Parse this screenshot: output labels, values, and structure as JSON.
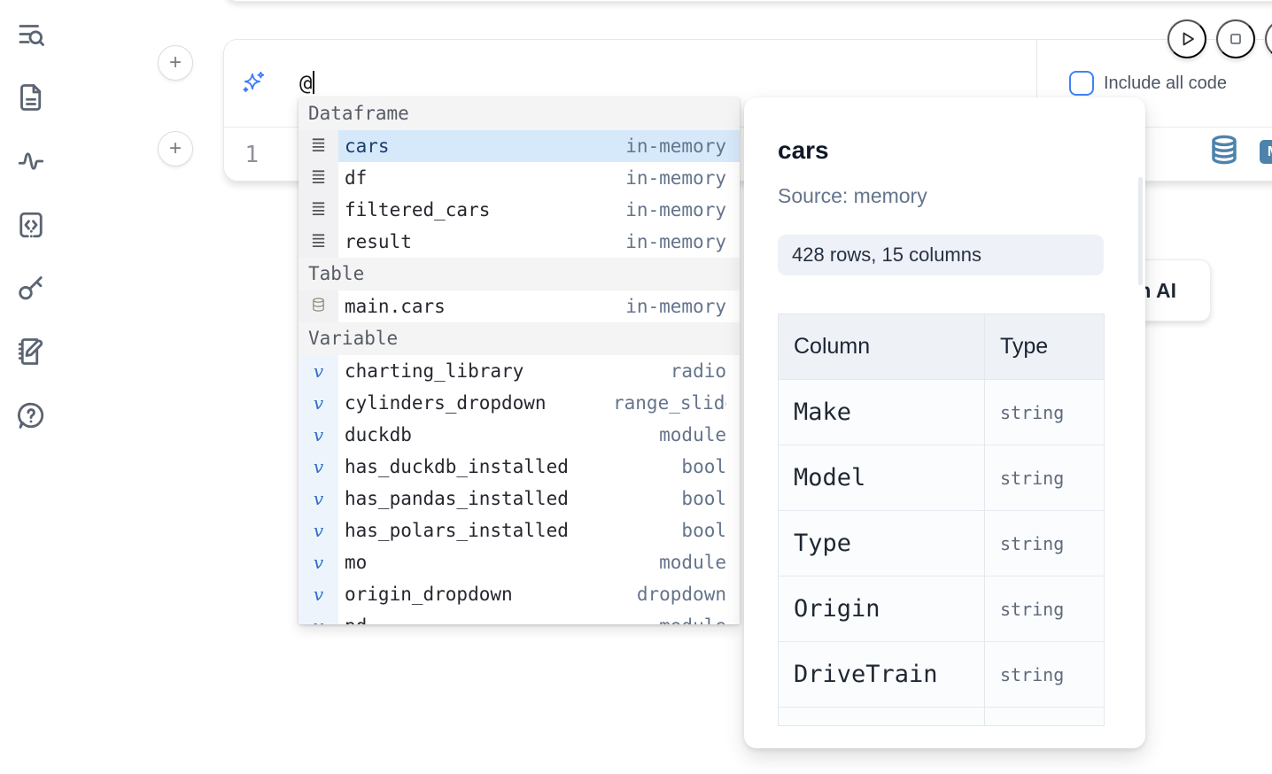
{
  "sidebar": {
    "icons": [
      "list-search-icon",
      "document-icon",
      "activity-icon",
      "code-snippet-icon",
      "key-icon",
      "scratchpad-icon",
      "help-icon"
    ]
  },
  "cell": {
    "prompt_value": "@",
    "include_all_code_label": "Include all code",
    "line_number": "1",
    "markdown_badge": "M↓"
  },
  "completion": {
    "sections": [
      {
        "label": "Dataframe",
        "items": [
          {
            "name": "cars",
            "type": "in-memory",
            "selected": true
          },
          {
            "name": "df",
            "type": "in-memory"
          },
          {
            "name": "filtered_cars",
            "type": "in-memory"
          },
          {
            "name": "result",
            "type": "in-memory"
          }
        ]
      },
      {
        "label": "Table",
        "items": [
          {
            "name": "main.cars",
            "type": "in-memory"
          }
        ]
      },
      {
        "label": "Variable",
        "items": [
          {
            "name": "charting_library",
            "type": "radio"
          },
          {
            "name": "cylinders_dropdown",
            "type": "range_slider"
          },
          {
            "name": "duckdb",
            "type": "module"
          },
          {
            "name": "has_duckdb_installed",
            "type": "bool"
          },
          {
            "name": "has_pandas_installed",
            "type": "bool"
          },
          {
            "name": "has_polars_installed",
            "type": "bool"
          },
          {
            "name": "mo",
            "type": "module"
          },
          {
            "name": "origin_dropdown",
            "type": "dropdown"
          },
          {
            "name": "pd",
            "type": "module"
          }
        ]
      }
    ]
  },
  "preview_panel": {
    "title": "cars",
    "source": "Source: memory",
    "shape": "428 rows, 15 columns",
    "table": {
      "headers": [
        "Column",
        "Type"
      ],
      "rows": [
        [
          "Make",
          "string"
        ],
        [
          "Model",
          "string"
        ],
        [
          "Type",
          "string"
        ],
        [
          "Origin",
          "string"
        ],
        [
          "DriveTrain",
          "string"
        ]
      ]
    }
  },
  "ai_button": {
    "label": "Generate with AI"
  },
  "colors": {
    "accent_blue": "#3f83f8",
    "sparkle_blue": "#3d7bf7",
    "selection_bg": "#d6e9fb",
    "steel_blue": "#4d83ab",
    "sidebar_icon": "#5b6472"
  }
}
